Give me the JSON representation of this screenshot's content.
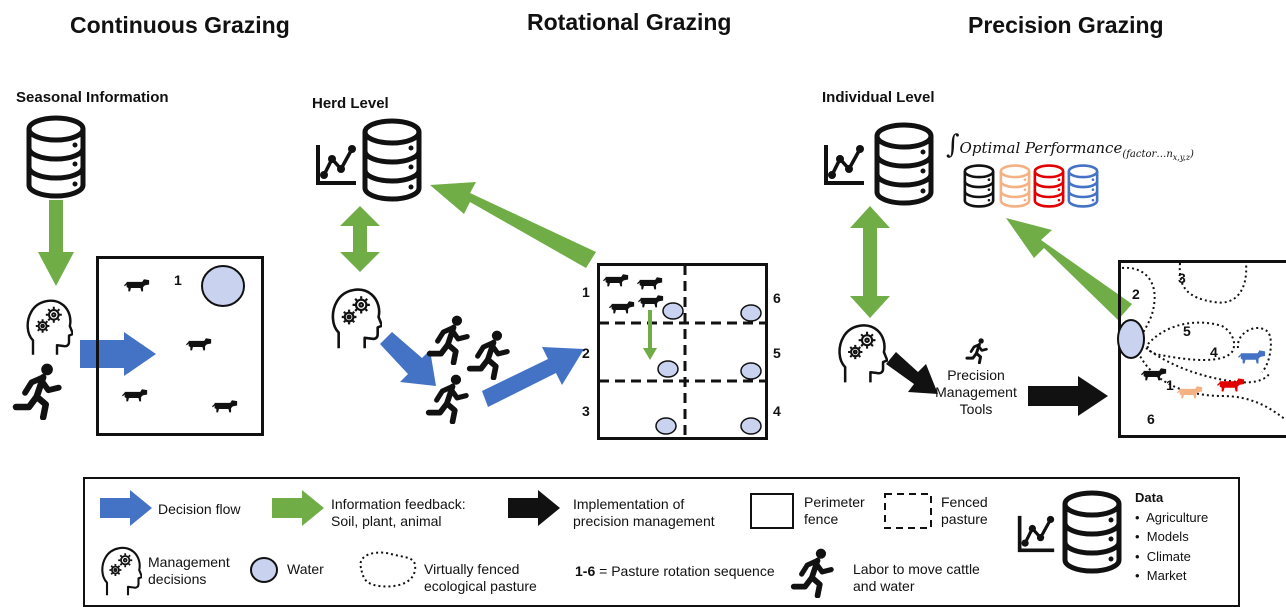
{
  "titles": {
    "continuous": "Continuous Grazing",
    "rotational": "Rotational Grazing",
    "precision": "Precision Grazing"
  },
  "subtitles": {
    "seasonal": "Seasonal Information",
    "herd": "Herd Level",
    "individual": "Individual Level"
  },
  "formula": {
    "integral": "∫",
    "text": "Optimal Performance",
    "subscript": "(factor…n",
    "subsub": "x,y,z",
    "close": ")"
  },
  "continuous_paddock": {
    "number": "1"
  },
  "rotational_paddock": {
    "numbers": [
      "1",
      "6",
      "2",
      "5",
      "3",
      "4"
    ]
  },
  "precision_paddock": {
    "numbers": [
      "2",
      "3",
      "5",
      "4",
      "1",
      "6"
    ]
  },
  "precision_tools": {
    "line1": "Precision",
    "line2": "Management",
    "line3": "Tools"
  },
  "colors": {
    "blue": "#4472C4",
    "green": "#70AD47",
    "water": "#C9D3F0",
    "red": "#E00000",
    "orange": "#F4B183",
    "cowblue": "#4472C4"
  },
  "legend": {
    "decision_flow": "Decision flow",
    "info_feedback_1": "Information feedback:",
    "info_feedback_2": "Soil, plant, animal",
    "implementation_1": "Implementation of",
    "implementation_2": "precision management",
    "perimeter_1": "Perimeter",
    "perimeter_2": "fence",
    "fenced_1": "Fenced",
    "fenced_2": "pasture",
    "data_title": "Data",
    "data_items": [
      "Agriculture",
      "Models",
      "Climate",
      "Market"
    ],
    "management_1": "Management",
    "management_2": "decisions",
    "water": "Water",
    "virtual_1": "Virtually fenced",
    "virtual_2": "ecological pasture",
    "rotation_bold": "1-6",
    "rotation_text": " = Pasture rotation sequence",
    "labor_1": "Labor to move cattle",
    "labor_2": "and water"
  }
}
